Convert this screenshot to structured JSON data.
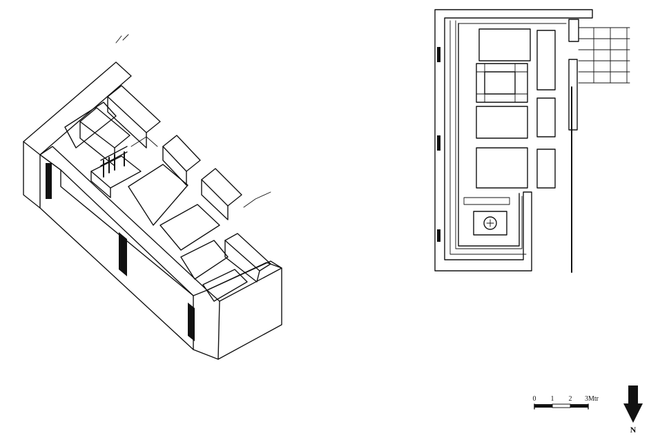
{
  "scale_bar": {
    "ticks": [
      "0",
      "1",
      "2",
      "3Mtr"
    ]
  },
  "north_arrow": {
    "label": "N",
    "direction": "down"
  },
  "views": {
    "axonometric": "isometric-sketch",
    "plan": "site-plan"
  }
}
